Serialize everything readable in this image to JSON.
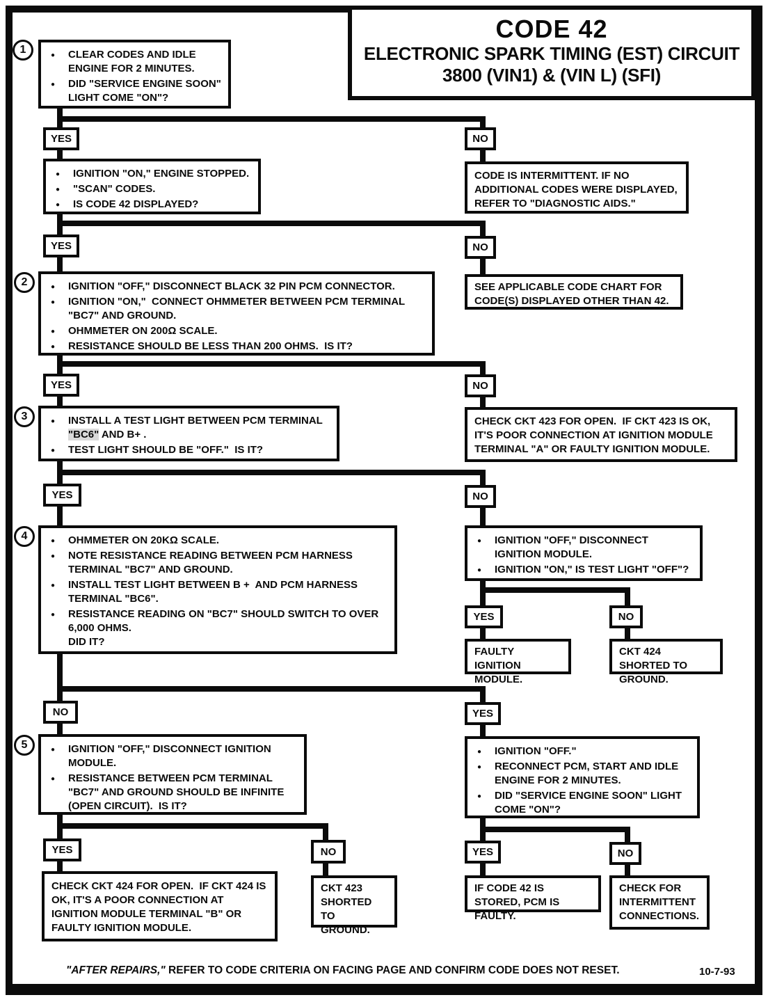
{
  "header": {
    "title_line1": "CODE 42",
    "title_line2": "ELECTRONIC SPARK TIMING (EST) CIRCUIT",
    "title_line3": "3800 (VIN1)  &  (VIN L)  (SFI)"
  },
  "labels": {
    "yes": "YES",
    "no": "NO"
  },
  "steps": [
    "1",
    "2",
    "3",
    "4",
    "5"
  ],
  "icons": {
    "bullet": "●"
  },
  "boxes": {
    "step1": [
      "CLEAR CODES AND IDLE ENGINE FOR 2 MINUTES.",
      "DID \"SERVICE ENGINE SOON\" LIGHT COME \"ON\"?"
    ],
    "scan": [
      "IGNITION \"ON,\" ENGINE STOPPED.",
      "\"SCAN\" CODES.",
      "IS CODE 42 DISPLAYED?"
    ],
    "intermittent": "CODE IS INTERMITTENT. IF NO ADDITIONAL CODES WERE DISPLAYED, REFER TO \"DIAGNOSTIC AIDS.\"",
    "step2": [
      "IGNITION \"OFF,\" DISCONNECT BLACK 32 PIN PCM CONNECTOR.",
      "IGNITION \"ON,\"  CONNECT OHMMETER BETWEEN PCM TERMINAL \"BC7\" AND GROUND.",
      "OHMMETER ON 200Ω SCALE.",
      "RESISTANCE SHOULD BE LESS THAN 200 OHMS.  IS IT?"
    ],
    "see_chart": "SEE APPLICABLE CODE CHART FOR CODE(S) DISPLAYED OTHER THAN 42.",
    "step3_pre": "INSTALL A TEST LIGHT BETWEEN PCM TERMINAL ",
    "step3_hl": "\"BC6\"",
    "step3_post": " AND B+ .",
    "step3_b2": "TEST LIGHT SHOULD BE \"OFF.\"  IS IT?",
    "check_423": "CHECK CKT 423 FOR OPEN.  IF CKT 423 IS OK, IT'S POOR CONNECTION AT IGNITION MODULE TERMINAL \"A\" OR FAULTY IGNITION MODULE.",
    "step4": [
      "OHMMETER ON 20KΩ SCALE.",
      "NOTE RESISTANCE READING BETWEEN PCM HARNESS TERMINAL \"BC7\" AND GROUND.",
      "INSTALL TEST LIGHT BETWEEN B +  AND PCM HARNESS TERMINAL \"BC6\".",
      "RESISTANCE READING ON \"BC7\" SHOULD SWITCH TO OVER 6,000 OHMS.\nDID IT?"
    ],
    "ign_module_test": [
      "IGNITION \"OFF,\" DISCONNECT IGNITION MODULE.",
      "IGNITION \"ON,\" IS TEST LIGHT \"OFF\"?"
    ],
    "faulty_module": "FAULTY IGNITION MODULE.",
    "ckt424_short": "CKT 424 SHORTED TO GROUND.",
    "step5": [
      "IGNITION \"OFF,\" DISCONNECT IGNITION MODULE.",
      "RESISTANCE BETWEEN PCM TERMINAL \"BC7\" AND GROUND SHOULD BE INFINITE (OPEN CIRCUIT).  IS IT?"
    ],
    "reconnect": [
      "IGNITION \"OFF.\"",
      "RECONNECT PCM, START AND IDLE ENGINE FOR 2 MINUTES.",
      "DID \"SERVICE ENGINE SOON\" LIGHT COME \"ON\"?"
    ],
    "check_424": "CHECK CKT 424 FOR OPEN.  IF CKT 424 IS OK, IT'S A POOR CONNECTION AT IGNITION MODULE TERMINAL \"B\" OR FAULTY IGNITION MODULE.",
    "ckt423_short": "CKT 423\nSHORTED TO\nGROUND.",
    "code42_stored": "IF CODE 42 IS STORED, PCM IS  FAULTY.",
    "check_intermittent": "CHECK FOR INTERMITTENT CONNECTIONS."
  },
  "footer": {
    "italic": "\"AFTER REPAIRS,\"",
    "text": " REFER TO CODE CRITERIA ON FACING PAGE AND CONFIRM CODE DOES NOT RESET.",
    "date": "10-7-93"
  }
}
